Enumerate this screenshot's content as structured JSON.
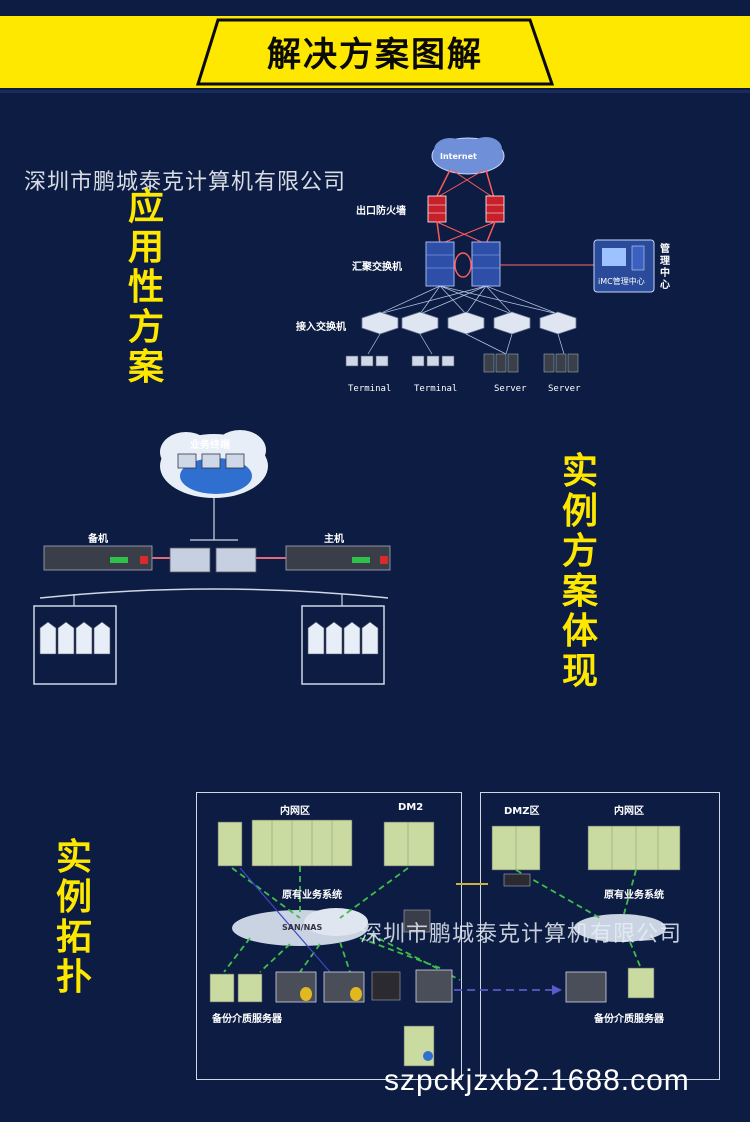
{
  "header": {
    "title": "解决方案图解"
  },
  "watermark": {
    "company": "深圳市鹏城泰克计算机有限公司",
    "url": "szpckjzxb2.1688.com"
  },
  "sections": {
    "applicability": {
      "heading": [
        "应",
        "用",
        "性",
        "方",
        "案"
      ]
    },
    "instance": {
      "heading": [
        "实",
        "例",
        "方",
        "案",
        "体",
        "现"
      ]
    },
    "topology": {
      "heading": [
        "实",
        "例",
        "拓",
        "扑"
      ]
    }
  },
  "diagram1": {
    "internet": "Internet",
    "firewall": "出口防火墙",
    "aggregation": "汇聚交换机",
    "access": "接入交换机",
    "mgmt_center_screen": "iMC管理中心",
    "mgmt_center": [
      "管",
      "理",
      "中",
      "心"
    ],
    "endpoints": [
      "Terminal",
      "Terminal",
      "Server",
      "Server"
    ]
  },
  "diagram2": {
    "cloud": "业务终端",
    "backup": "备机",
    "primary": "主机"
  },
  "diagram3": {
    "left": {
      "zone_intranet": "内网区",
      "zone_dmz": "DM2",
      "legacy": "原有业务系统",
      "backup_server": "备份介质服务器",
      "cloud": "SAN/NAS"
    },
    "right": {
      "zone_dmz": "DMZ区",
      "zone_intranet": "内网区",
      "legacy": "原有业务系统",
      "backup_server": "备份介质服务器"
    }
  },
  "colors": {
    "background": "#0c1c42",
    "accent": "#ffe800",
    "text": "#ffffff"
  }
}
